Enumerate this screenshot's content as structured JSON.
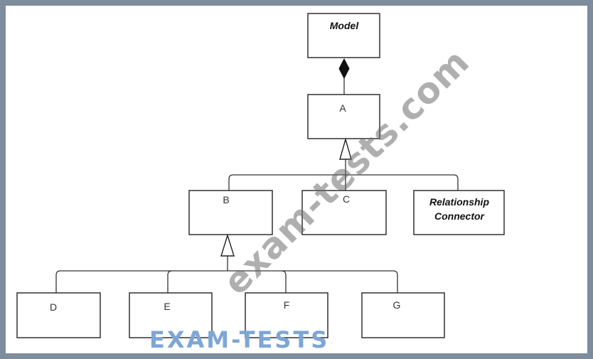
{
  "diagram": {
    "model": "Model",
    "a": "A",
    "b": "B",
    "c": "C",
    "relationship_connector_line1": "Relationship",
    "relationship_connector_line2": "Connector",
    "d": "D",
    "e": "E",
    "f": "F",
    "g": "G"
  },
  "watermark": "exam-tests.com",
  "logo": "EXAM-TESTS",
  "colors": {
    "frame": "#7d8d9d",
    "logo": "#7da6d6",
    "watermark": "#6e6e6e"
  }
}
